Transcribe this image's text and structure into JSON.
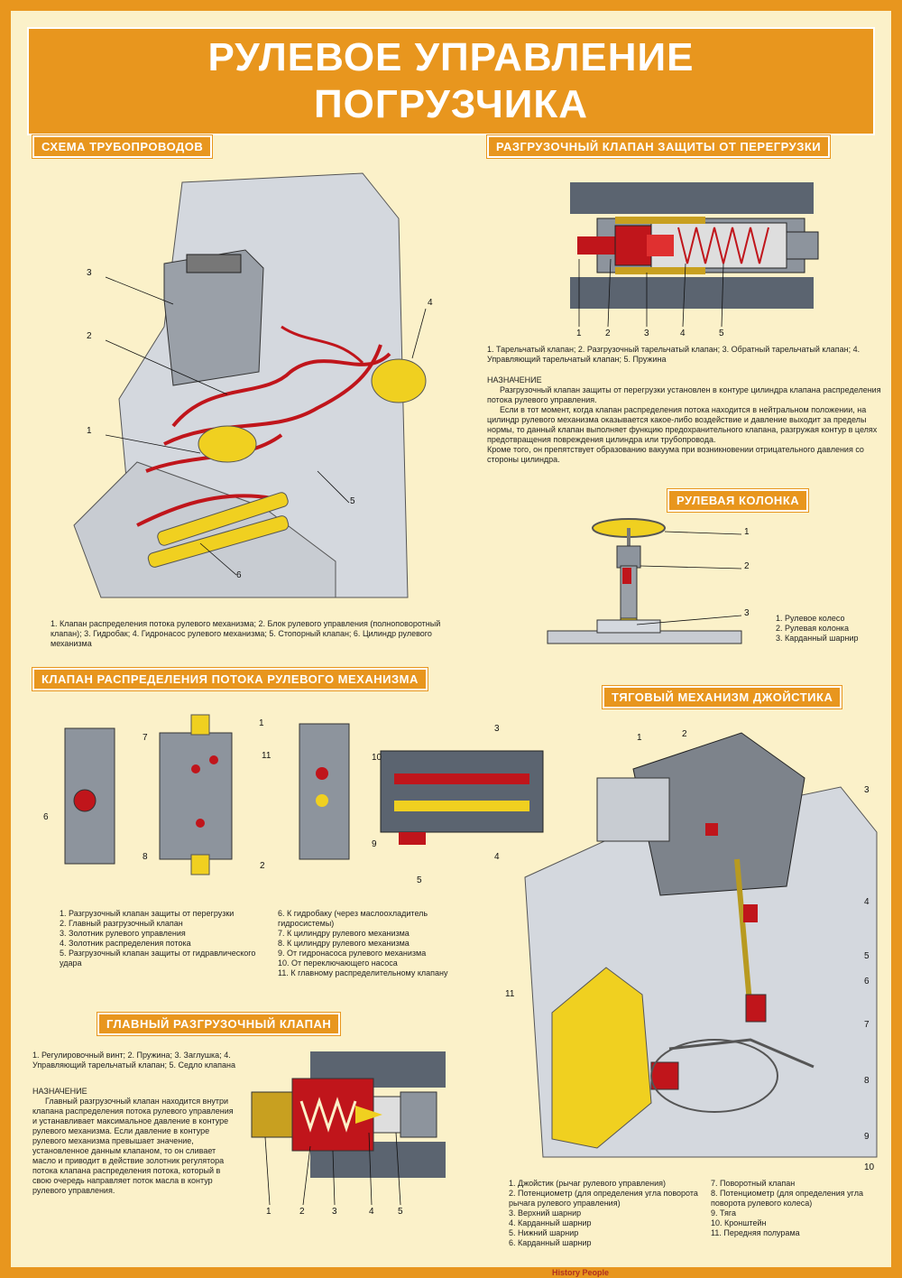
{
  "title": {
    "line1": "РУЛЕВОЕ УПРАВЛЕНИЕ",
    "line2": "ПОГРУЗЧИКА"
  },
  "sections": {
    "pipes": "СХЕМА ТРУБОПРОВОДОВ",
    "overload": "РАЗГРУЗОЧНЫЙ КЛАПАН ЗАЩИТЫ ОТ ПЕРЕГРУЗКИ",
    "column": "РУЛЕВАЯ КОЛОНКА",
    "flow": "КЛАПАН РАСПРЕДЕЛЕНИЯ ПОТОКА РУЛЕВОГО МЕХАНИЗМА",
    "joystick": "ТЯГОВЫЙ  МЕХАНИЗМ ДЖОЙСТИКА",
    "main_relief": "ГЛАВНЫЙ РАЗГРУЗОЧНЫЙ КЛАПАН"
  },
  "pipes_caption": "1. Клапан распределения потока рулевого механизма; 2. Блок рулевого управления (полноповоротный клапан); 3. Гидробак; 4. Гидронасос рулевого механизма; 5. Стопорный клапан; 6. Цилиндр рулевого механизма",
  "overload_legend": "1. Тарельчатый клапан; 2. Разгрузочный тарельчатый клапан; 3. Обратный тарельчатый клапан; 4. Управляющий тарельчатый клапан; 5. Пружина",
  "overload_purpose_head": "НАЗНАЧЕНИЕ",
  "overload_purpose": [
    "Разгрузочный клапан защиты от перегрузки установлен в контуре цилиндра клапана распределения потока рулевого управления.",
    "Если в тот момент, когда клапан распределения потока находится в нейтральном положении, на цилиндр рулевого механизма оказывается какое-либо воздействие и давление выходит за пределы нормы, то данный клапан выполняет функцию предохранительного клапана, разгружая контур в целях предотвращения повреждения цилиндра или трубопровода.",
    "Кроме того, он препятствует образованию вакуума при возникновении отрицательного давления со стороны цилиндра."
  ],
  "column_legend": [
    "1. Рулевое колесо",
    "2. Рулевая колонка",
    "3. Карданный шарнир"
  ],
  "flow_legend_left": [
    "1. Разгрузочный клапан защиты от перегрузки",
    "2. Главный разгрузочный клапан",
    "3. Золотник рулевого управления",
    "4. Золотник распределения потока",
    "5. Разгрузочный клапан защиты от гидравлического удара"
  ],
  "flow_legend_right": [
    "6. К гидробаку (через маслоохладитель гидросистемы)",
    "7. К цилиндру рулевого механизма",
    "8. К цилиндру рулевого механизма",
    "9. От гидронасоса рулевого механизма",
    "10. От переключающего насоса",
    "11. К главному распределительному клапану"
  ],
  "main_relief_legend": "1. Регулировочный винт; 2. Пружина; 3. Заглушка; 4. Управляющий тарельчатый клапан; 5. Седло клапана",
  "main_relief_purpose_head": "НАЗНАЧЕНИЕ",
  "main_relief_purpose": "Главный разгрузочный клапан находится внутри клапана распределения потока рулевого управления и устанавливает максимальное давление в контуре рулевого механизма. Если давление в контуре рулевого механизма превышает значение, установленное данным клапаном, то он сливает масло и приводит в действие золотник регулятора потока клапана распределения потока, который в свою очередь направляет поток масла в контур рулевого управления.",
  "joystick_legend_left": [
    "1. Джойстик (рычаг рулевого управления)",
    "2. Потенциометр (для определения угла поворота рычага рулевого управления)",
    "3. Верхний шарнир",
    "4. Карданный шарнир",
    "5. Нижний шарнир",
    "6. Карданный шарнир"
  ],
  "joystick_legend_right": [
    "7. Поворотный клапан",
    "8. Потенциометр (для определения угла поворота рулевого колеса)",
    "9. Тяга",
    "10. Кронштейн",
    "11. Передняя полурама"
  ],
  "callouts": {
    "pipes": [
      "1",
      "2",
      "3",
      "4",
      "5",
      "6"
    ],
    "overload": [
      "1",
      "2",
      "3",
      "4",
      "5"
    ],
    "column": [
      "1",
      "2",
      "3"
    ],
    "flow": [
      "1",
      "2",
      "3",
      "4",
      "5",
      "6",
      "7",
      "8",
      "9",
      "10",
      "11"
    ],
    "main_relief": [
      "1",
      "2",
      "3",
      "4",
      "5"
    ],
    "joystick": [
      "1",
      "2",
      "3",
      "4",
      "5",
      "6",
      "7",
      "8",
      "9",
      "10",
      "11"
    ]
  },
  "brand": "History People",
  "colors": {
    "accent": "#e8961e",
    "background": "#fbf1c9",
    "pipe": "#c0151b",
    "part": "#f0d020",
    "metal": "#c8ccd2"
  }
}
